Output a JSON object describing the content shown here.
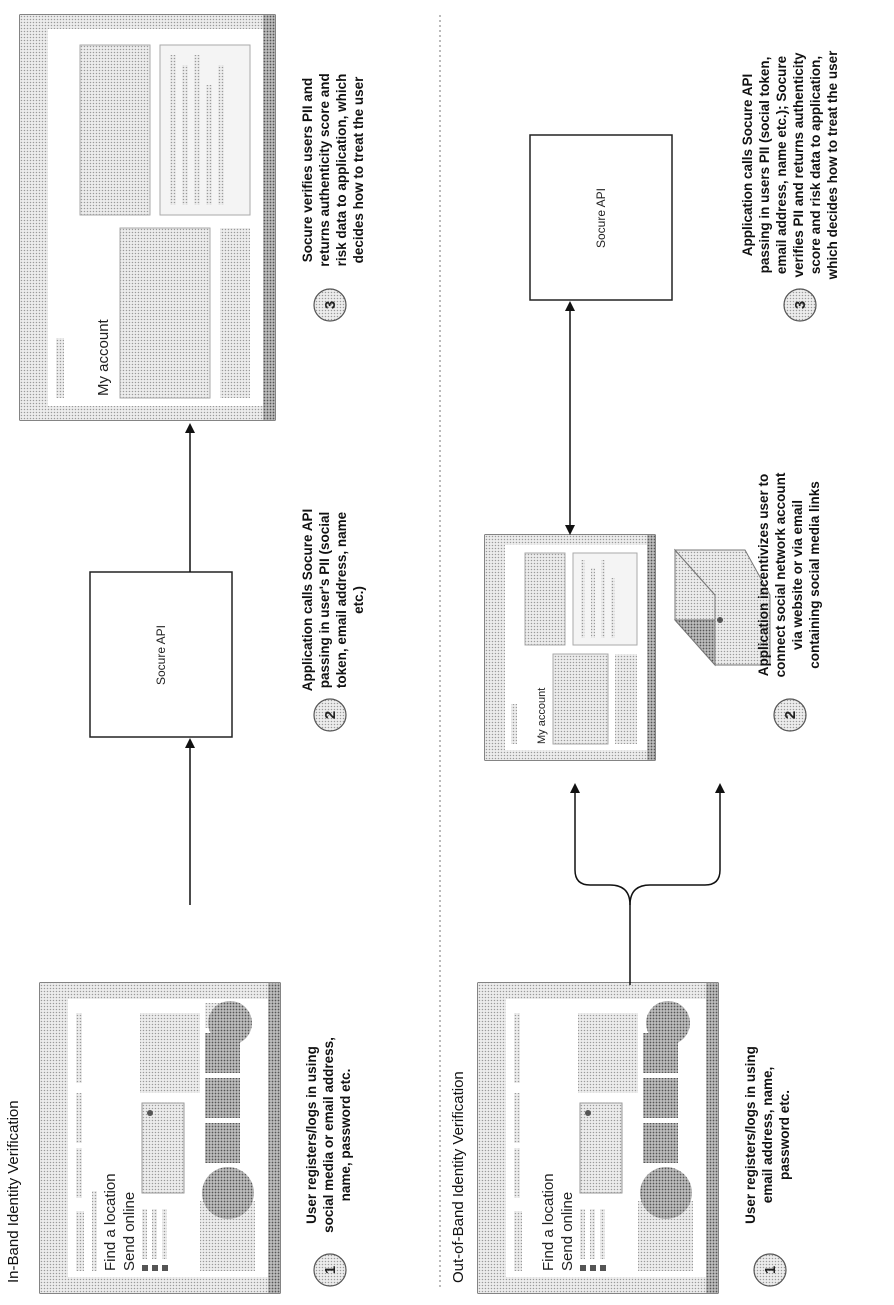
{
  "sections": {
    "in_band": {
      "title": "In-Band Identity Verification",
      "steps": [
        {
          "num": "1",
          "lines": [
            "User registers/logs in using",
            "social media or email address,",
            "name, password etc."
          ]
        },
        {
          "num": "2",
          "lines": [
            "Application calls Socure API",
            "passing in user's PII (social",
            "token, email address, name",
            "etc.)"
          ]
        },
        {
          "num": "3",
          "lines": [
            "Socure verifies users PII and",
            "returns authenticity score and",
            "risk data to application, which",
            "decides how to treat the user"
          ]
        }
      ],
      "api_box": "Socure API",
      "screen1": {
        "heading": "Find a location",
        "subheading": "Send online"
      },
      "screen3": {
        "heading": "My account"
      }
    },
    "out_band": {
      "title": "Out-of-Band Identity Verification",
      "steps": [
        {
          "num": "1",
          "lines": [
            "User registers/logs in using",
            "email address, name,",
            "password etc."
          ]
        },
        {
          "num": "2",
          "lines": [
            "Application incentivizes user to",
            "connect social network account",
            "via website or via email",
            "containing social media links"
          ]
        },
        {
          "num": "3",
          "lines": [
            "Application calls Socure API",
            "passing in users PII (social token,",
            "email address, name etc.); Socure",
            "verifies PII and returns authenticity",
            "score and risk data to application,",
            "which decides how to treat the user"
          ]
        }
      ],
      "api_box": "Socure API",
      "screen1": {
        "heading": "Find a location",
        "subheading": "Send online"
      },
      "screen2": {
        "heading": "My account"
      }
    }
  }
}
